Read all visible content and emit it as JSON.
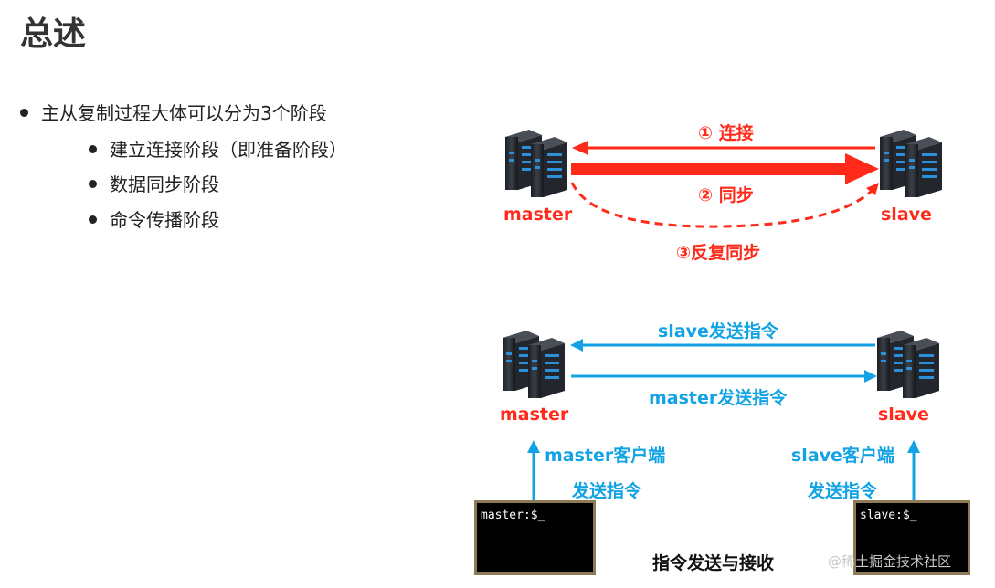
{
  "title": "总述",
  "bullets": {
    "main": "主从复制过程大体可以分为3个阶段",
    "subs": [
      "建立连接阶段（即准备阶段）",
      "数据同步阶段",
      "命令传播阶段"
    ]
  },
  "top_diagram": {
    "left_label": "master",
    "right_label": "slave",
    "step1": "① 连接",
    "step2": "② 同步",
    "step3": "③反复同步"
  },
  "bottom_diagram": {
    "left_label": "master",
    "right_label": "slave",
    "slave_cmd": "slave发送指令",
    "master_cmd": "master发送指令",
    "master_client_line1": "master客户端",
    "master_client_line2": "发送指令",
    "slave_client_line1": "slave客户端",
    "slave_client_line2": "发送指令",
    "master_terminal": "master:$_",
    "slave_terminal": "slave:$_",
    "caption": "指令发送与接收"
  },
  "watermark": "@稀土掘金技术社区",
  "colors": {
    "red": "#ff2a1a",
    "blue": "#13a3e4"
  }
}
